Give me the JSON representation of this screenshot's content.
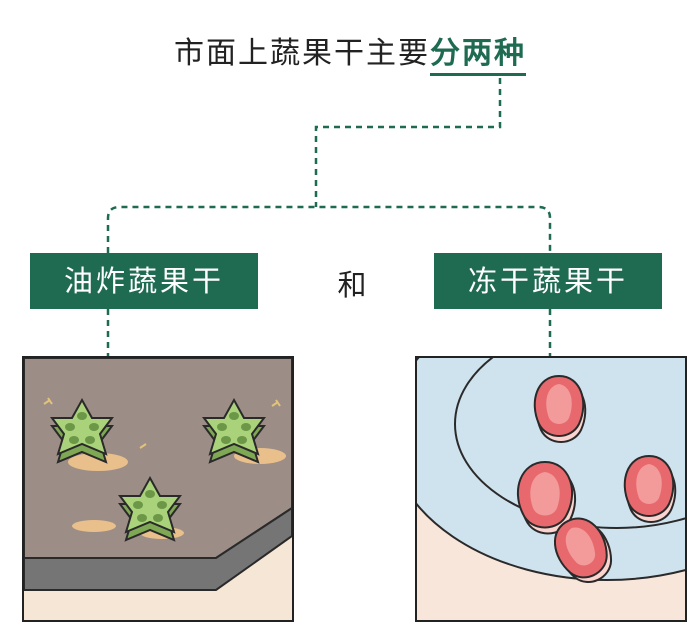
{
  "title": {
    "prefix": "市面上蔬果干主要",
    "accent": "分两种"
  },
  "left_tag": "油炸蔬果干",
  "connector_word": "和",
  "right_tag": "冻干蔬果干",
  "colors": {
    "accent": "#1f6b52",
    "connector": "#1f6b52",
    "okra_green": "#9cc46a",
    "strawberry": "#e7696d",
    "plate": "#cfe3ef"
  },
  "illustrations": {
    "left": "fried-okra-slices-on-table",
    "right": "freeze-dried-strawberry-slices-on-plate"
  }
}
